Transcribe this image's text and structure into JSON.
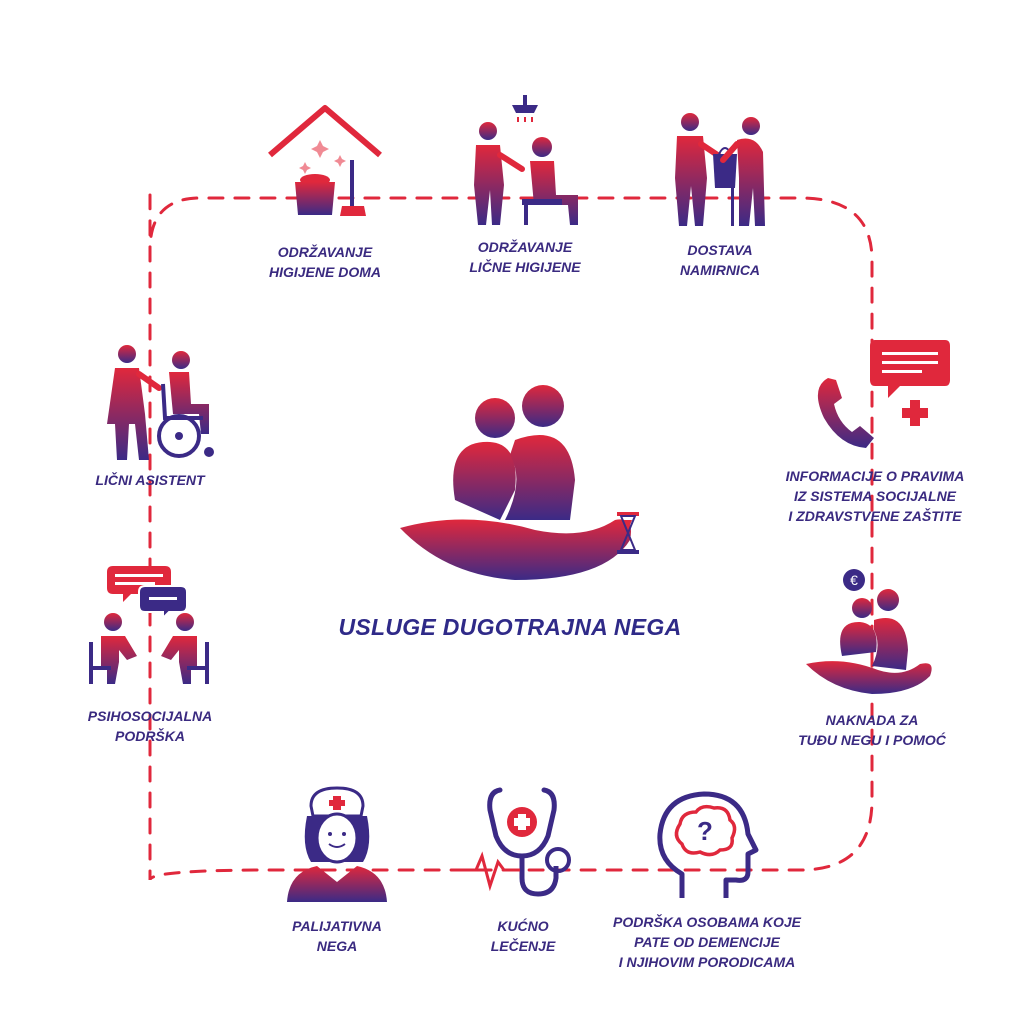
{
  "title": "USLUGE DUGOTRAJNA NEGA",
  "colors": {
    "red": "#e0283c",
    "purple": "#3b2a86",
    "label": "#3a2a80"
  },
  "services": [
    {
      "id": "home-hygiene",
      "icon": "house-cleaning-icon",
      "lines": [
        "ODRŽAVANJE",
        "HIGIJENE DOMA"
      ]
    },
    {
      "id": "personal-hygiene",
      "icon": "shower-assist-icon",
      "lines": [
        "ODRŽAVANJE",
        "LIČNE HIGIJENE"
      ]
    },
    {
      "id": "grocery-delivery",
      "icon": "grocery-delivery-icon",
      "lines": [
        "DOSTAVA",
        "NAMIRNICA"
      ]
    },
    {
      "id": "rights-info",
      "icon": "phone-chat-icon",
      "lines": [
        "INFORMACIJE  O PRAVIMA",
        "IZ SISTEMA SOCIJALNE",
        "I ZDRAVSTVENE ZAŠTITE"
      ]
    },
    {
      "id": "care-allowance",
      "icon": "care-allowance-icon",
      "lines": [
        "NAKNADA ZA",
        "TUĐU NEGU I POMOĆ"
      ]
    },
    {
      "id": "dementia-support",
      "icon": "brain-question-icon",
      "lines": [
        "PODRŠKA OSOBAMA KOJE",
        "PATE OD DEMENCIJE",
        "I NJIHOVIM PORODICAMA"
      ]
    },
    {
      "id": "home-treatment",
      "icon": "stethoscope-icon",
      "lines": [
        "KUĆNO",
        "LEČENJE"
      ]
    },
    {
      "id": "palliative-care",
      "icon": "nurse-icon",
      "lines": [
        "PALIJATIVNA",
        "NEGA"
      ]
    },
    {
      "id": "psychosocial-support",
      "icon": "counseling-icon",
      "lines": [
        "PSIHOSOCIJALNA",
        "PODRŠKA"
      ]
    },
    {
      "id": "personal-assistant",
      "icon": "wheelchair-assist-icon",
      "lines": [
        "LIČNI ASISTENT"
      ]
    }
  ]
}
